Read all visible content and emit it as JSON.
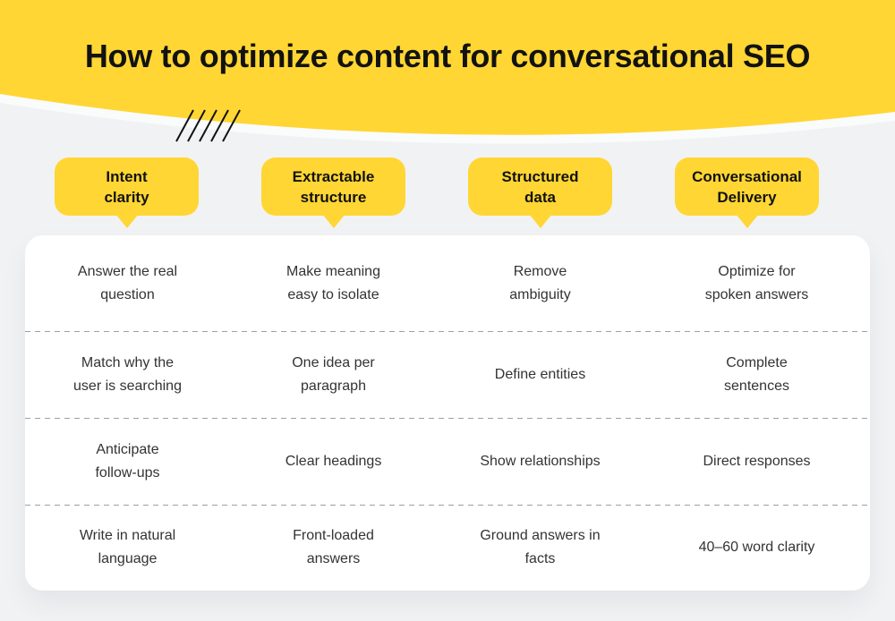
{
  "theme": {
    "accent": "#FFD633",
    "pageBg": "#F1F2F4",
    "cardBg": "#FFFFFF",
    "ink": "#121212",
    "bodyText": "#333333",
    "dash": "#9AA0A8"
  },
  "header": {
    "title": "How to optimize content for conversational SEO"
  },
  "columns": [
    {
      "label": "Intent\nclarity"
    },
    {
      "label": "Extractable\nstructure"
    },
    {
      "label": "Structured\ndata"
    },
    {
      "label": "Conversational\nDelivery"
    }
  ],
  "grid": {
    "rows": [
      {
        "cells": [
          "Answer the real\nquestion",
          "Make meaning\neasy to isolate",
          "Remove\nambiguity",
          "Optimize for\nspoken answers"
        ]
      },
      {
        "cells": [
          "Match why the\nuser is searching",
          "One idea per\nparagraph",
          "Define entities",
          "Complete\nsentences"
        ]
      },
      {
        "cells": [
          "Anticipate\nfollow-ups",
          "Clear headings",
          "Show relationships",
          "Direct responses"
        ]
      },
      {
        "cells": [
          "Write in natural\nlanguage",
          "Front-loaded\nanswers",
          "Ground answers in\nfacts",
          "40–60 word clarity"
        ]
      }
    ]
  }
}
